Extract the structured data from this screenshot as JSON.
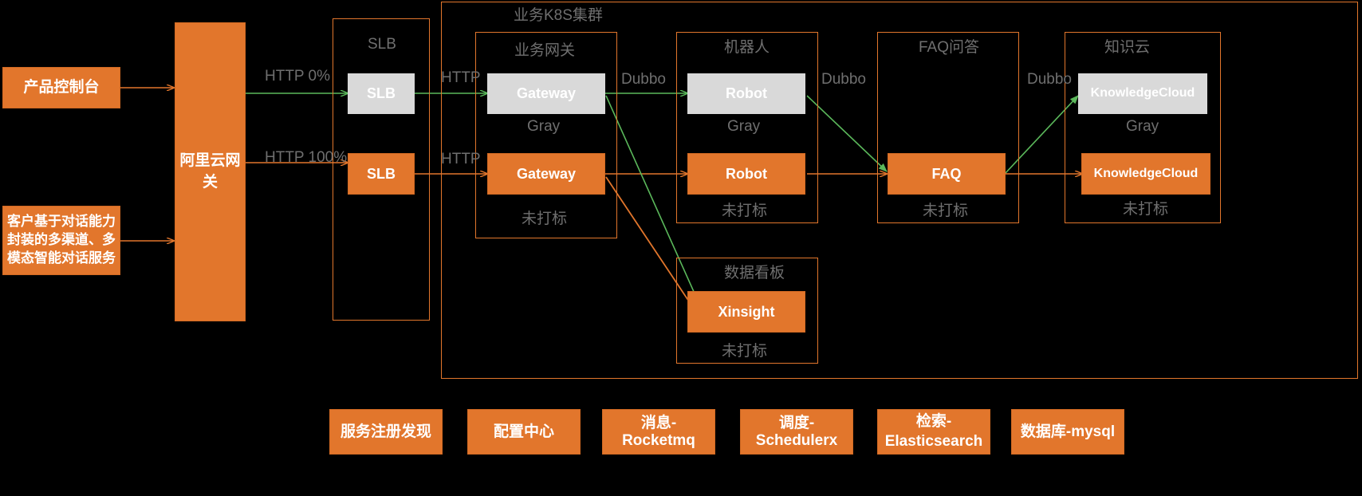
{
  "diagram": {
    "title": "业务K8S集群",
    "colors": {
      "orange": "#e2762c",
      "gray": "#d9d9d9",
      "green": "#5bb85b",
      "background": "#000000",
      "caption": "#6f6f6f"
    }
  },
  "clients": {
    "console": "产品控制台",
    "multichannel": "客户基于对话能力\n封装的多渠道、多\n模态智能对话服务"
  },
  "aliyun_gateway": {
    "label": "阿里云网\n关"
  },
  "edge_labels": {
    "http_0": "HTTP   0%",
    "http_100": "HTTP 100%",
    "http_a": "HTTP",
    "http_b": "HTTP",
    "dubbo_1": "Dubbo",
    "dubbo_2": "Dubbo",
    "dubbo_3": "Dubbo"
  },
  "groups": [
    {
      "name": "slb",
      "title": "SLB",
      "gray_box": "SLB",
      "orange_box": "SLB",
      "gray_caption": "",
      "orange_caption": ""
    },
    {
      "name": "business-gateway",
      "title": "业务网关",
      "gray_box": "Gateway",
      "orange_box": "Gateway",
      "gray_caption": "Gray",
      "orange_caption": "未打标"
    },
    {
      "name": "robot",
      "title": "机器人",
      "gray_box": "Robot",
      "orange_box": "Robot",
      "gray_caption": "Gray",
      "orange_caption": "未打标"
    },
    {
      "name": "faq",
      "title": "FAQ问答",
      "gray_box": "",
      "orange_box": "FAQ",
      "gray_caption": "",
      "orange_caption": "未打标"
    },
    {
      "name": "knowledge-cloud",
      "title": "知识云",
      "gray_box": "KnowledgeCloud",
      "orange_box": "KnowledgeCloud",
      "gray_caption": "Gray",
      "orange_caption": "未打标"
    },
    {
      "name": "dashboard",
      "title": "数据看板",
      "gray_box": "",
      "orange_box": "Xinsight",
      "gray_caption": "",
      "orange_caption": "未打标"
    }
  ],
  "infrastructure": [
    {
      "label": "服务注册发现"
    },
    {
      "label": "配置中心"
    },
    {
      "label": "消息-Rocketmq"
    },
    {
      "label": "调度-Schedulerx"
    },
    {
      "label": "检索-\nElasticsearch"
    },
    {
      "label": "数据库-mysql"
    }
  ]
}
